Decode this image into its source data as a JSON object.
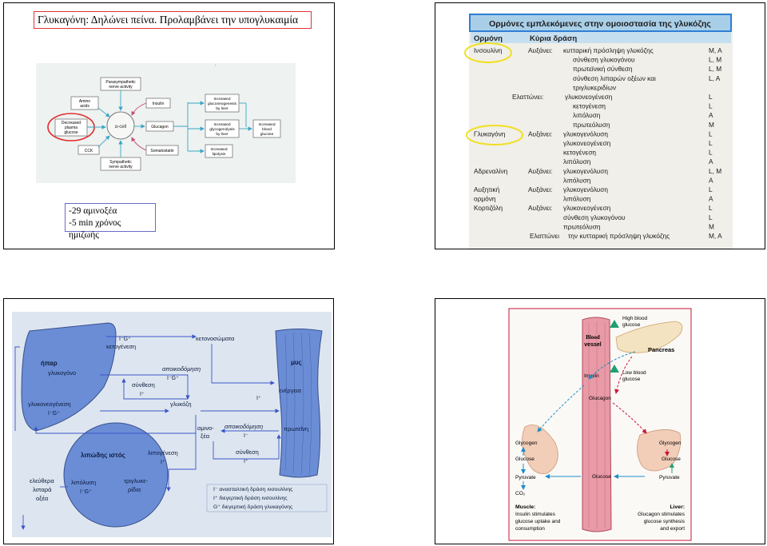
{
  "slide1": {
    "title": "Γλυκαγόνη: Δηλώνει πείνα. Προλαμβάνει την υπογλυκαιμία",
    "notes": [
      "-29 αμινοξέα",
      "-5 min χρόνος ημιζωής"
    ],
    "diagram": {
      "center": "α-cell",
      "parasympathetic": [
        "Parasympathetic",
        "nerve activity"
      ],
      "amino": [
        "Amino",
        "acids"
      ],
      "decreased": [
        "Decreased",
        "plasma",
        "glucose"
      ],
      "cck": "CCK",
      "sympathetic": [
        "Sympathetic",
        "nerve activity"
      ],
      "insulin": "Insulin",
      "glucagon": "Glucagon",
      "somatostatin": "Somatostatin",
      "gluconeogenesis": [
        "Increased",
        "gluconeogenesis",
        "by liver"
      ],
      "glycogenolysis": [
        "Increased",
        "glycogenolysis",
        "by liver"
      ],
      "lipolysis": [
        "Increased",
        "lipolysis"
      ],
      "blood_glucose": [
        "Increased",
        "blood",
        "glucose"
      ]
    }
  },
  "slide2": {
    "title": "Ορμόνες εμπλεκόμενες στην ομοιοστασία της γλυκόζης",
    "col_hormone": "Ορμόνη",
    "col_action": "Κύρια δράση",
    "rows": [
      {
        "h": "Ινσουλίνη",
        "verb": "Αυξάνει:",
        "text": "κυτταρική πρόσληψη γλυκόζης",
        "code": "Μ, Α"
      },
      {
        "h": "",
        "verb": "",
        "text": "σύνθεση γλυκογόνου",
        "code": "L, M"
      },
      {
        "h": "",
        "verb": "",
        "text": "πρωτεϊνική σύνθεση",
        "code": "L, M"
      },
      {
        "h": "",
        "verb": "",
        "text": "σύνθεση λιπαρών οξέων και",
        "code": "L, A"
      },
      {
        "h": "",
        "verb": "",
        "text": "τριγλυκεριδίων",
        "code": ""
      },
      {
        "h": "",
        "verb": "Ελαττώνει:",
        "text": "γλυκονεογένεση",
        "code": "L"
      },
      {
        "h": "",
        "verb": "",
        "text": "κετογένεση",
        "code": "L"
      },
      {
        "h": "",
        "verb": "",
        "text": "λιπόλυση",
        "code": "A"
      },
      {
        "h": "",
        "verb": "",
        "text": "πρωτεόλυση",
        "code": "M"
      },
      {
        "h": "Γλυκαγόνη",
        "verb": "Αυξάνει:",
        "text": "γλυκογενόλυση",
        "code": "L"
      },
      {
        "h": "",
        "verb": "",
        "text": "γλυκονεογένεση",
        "code": "L"
      },
      {
        "h": "",
        "verb": "",
        "text": "κετογένεση",
        "code": "L"
      },
      {
        "h": "",
        "verb": "",
        "text": "λιπόλυση",
        "code": "A"
      },
      {
        "h": "Αδρεναλίνη",
        "verb": "Αυξάνει:",
        "text": "γλυκογενόλυση",
        "code": "L, M"
      },
      {
        "h": "",
        "verb": "",
        "text": "λιπόλυση",
        "code": "A"
      },
      {
        "h": "Αυξητική",
        "verb": "Αυξάνει:",
        "text": "γλυκογενόλυση",
        "code": "L"
      },
      {
        "h": "ορμόνη",
        "verb": "",
        "text": "λιπόλυση",
        "code": "A"
      },
      {
        "h": "Κορτιζόλη",
        "verb": "Αυξάνει:",
        "text": "γλυκονεογένεση",
        "code": "L"
      },
      {
        "h": "",
        "verb": "",
        "text": "σύνθεση γλυκογόνου",
        "code": "L"
      },
      {
        "h": "",
        "verb": "",
        "text": "πρωτεόλυση",
        "code": "M"
      },
      {
        "h": "",
        "verb": "Ελαττώνει",
        "text": "την κυτταρική πρόσληψη γλυκόζης",
        "code": "M, A"
      }
    ]
  },
  "slide3": {
    "liver": "ήπαρ",
    "glycogen": "γλυκογόνο",
    "gluconeo": "γλυκονεογένεση",
    "gluconeo_mark": "I⁻G⁺",
    "ketogenesis": "κετογένεση",
    "ketogenesis_mark": "I⁻G⁺",
    "ketone_bodies": "κετονοσώματα",
    "breakdown1": "αποικοδόμηση",
    "breakdown1_mark": "I⁻G⁺",
    "synthesis1": "σύνθεση",
    "synthesis1_mark": "I⁺",
    "glucose": "γλυκόζη",
    "muscle": "μυς",
    "energy": "ενέργεια",
    "energy_mark": "I⁺",
    "amino_acids": [
      "αμινο-",
      "ξέα"
    ],
    "breakdown2": "αποικοδόμηση",
    "breakdown2_mark": "I⁻",
    "protein": "πρωτεΐνη",
    "synthesis2": "σύνθεση",
    "synthesis2_mark": "I⁺",
    "adipose": "λιπώδης ιστός",
    "lipolysis": "λιπόλυση",
    "lipolysis_mark": "I⁻G⁺",
    "triglycerides": [
      "τριγλυκε-",
      "ρίδια"
    ],
    "lipogenesis": "λιπογένεση",
    "lipogenesis_mark": "I⁺",
    "free_fa": [
      "ελεύθερα",
      "λιπαρά",
      "οξέα"
    ],
    "legend": [
      "I⁻ ανασταλτική δράση ινσουλίνης",
      "I⁺ διεγερτική δράση ινσουλίνης",
      "G⁺ διεγερτική δράση γλυκαγόνης"
    ]
  },
  "slide4": {
    "blood_vessel": [
      "Blood",
      "vessel"
    ],
    "high_glucose": [
      "High blood",
      "glucose"
    ],
    "pancreas": "Pancreas",
    "low_glucose": [
      "Low blood",
      "glucose"
    ],
    "insulin": "Insulin",
    "glucagon": "Glucagon",
    "glucose_mid": "Glucose",
    "muscle_glycogen": "Glycogen",
    "muscle_glucose": "Glucose",
    "muscle_pyruvate": "Pyruvate",
    "muscle_co2": "CO₂",
    "liver_glycogen": "Glycogen",
    "liver_glucose": "Glucose",
    "liver_pyruvate": "Pyruvate",
    "muscle_caption_title": "Muscle:",
    "muscle_caption": [
      "Insulin stimulates",
      "glucose uptake and",
      "consumption"
    ],
    "liver_caption_title": "Liver:",
    "liver_caption": [
      "Glucagon stimulates",
      "glucose synthesis",
      "and export"
    ]
  }
}
